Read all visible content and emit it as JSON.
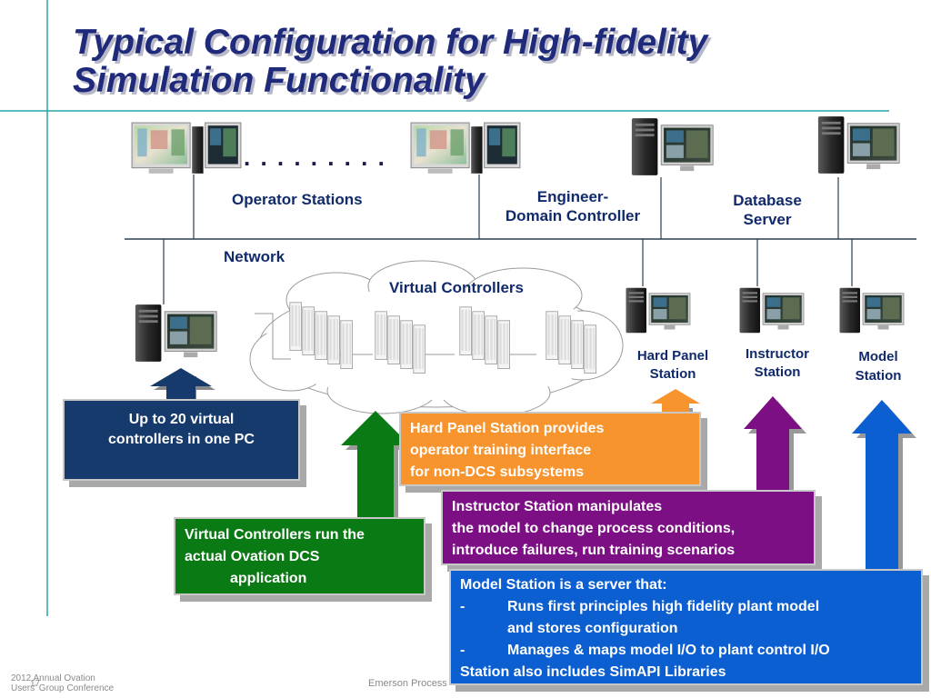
{
  "title": {
    "line1": "Typical Configuration for High-fidelity",
    "line2": "Simulation Functionality"
  },
  "labels": {
    "dots": ". . . . . . . . .",
    "operator_stations": "Operator Stations",
    "engineer_line1": "Engineer-",
    "engineer_line2": "Domain  Controller",
    "database_line1": "Database",
    "database_line2": "Server",
    "network": "Network",
    "virtual_controllers": "Virtual Controllers",
    "hard_panel_line1": "Hard Panel",
    "hard_panel_line2": "Station",
    "instructor_line1": "Instructor",
    "instructor_line2": "Station",
    "model_line1": "Model",
    "model_line2": "Station"
  },
  "callouts": {
    "virtual_pc": {
      "line1": "Up to 20 virtual",
      "line2": "controllers in one PC",
      "color": "#153a6b"
    },
    "hard_panel": {
      "line1": "Hard Panel Station provides",
      "line2": "operator training interface",
      "line3": "for non-DCS subsystems",
      "color": "#f7942d"
    },
    "virtual_run": {
      "line1": "Virtual Controllers run the",
      "line2": "actual Ovation DCS",
      "line3": "application",
      "color": "#0a7a14"
    },
    "instructor": {
      "line1": "Instructor Station manipulates",
      "line2": "the model to change process conditions,",
      "line3": "introduce failures, run training scenarios",
      "color": "#7d0f84"
    },
    "model": {
      "line1": "Model Station is a server that:",
      "bullet1_dash": "-",
      "bullet1_line1": "Runs first principles high fidelity plant model",
      "bullet1_line2": "and stores configuration",
      "bullet2_dash": "-",
      "bullet2_line1": "Manages & maps model I/O to plant control I/O",
      "line_last": "Station also includes SimAPI Libraries",
      "color": "#0b5fd0"
    }
  },
  "footer": {
    "conf_line1": "2012 Annual Ovation",
    "conf_line2": "Users' Group Conference",
    "page_number": "17",
    "company": "Emerson Process"
  },
  "colors": {
    "title": "#1f2b7a",
    "accent_line": "#2aa5a5",
    "label": "#102a6b",
    "network_line": "#2c3e50"
  }
}
